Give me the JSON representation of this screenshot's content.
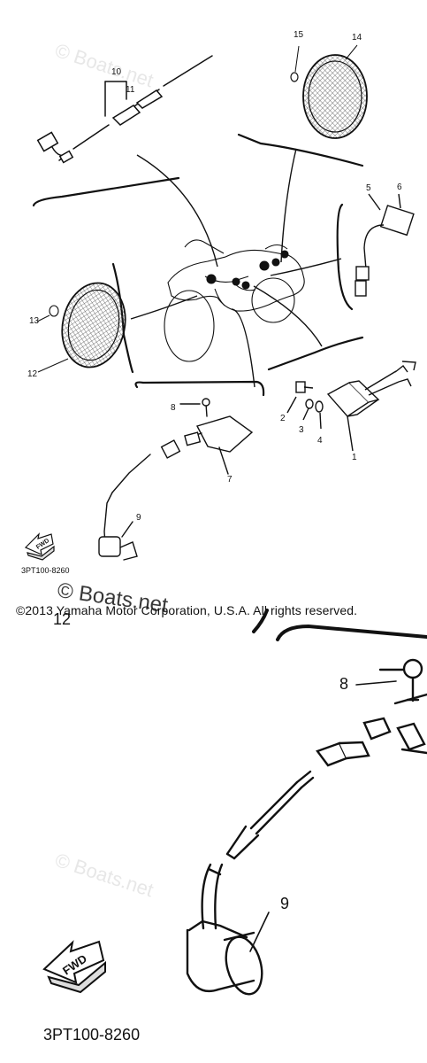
{
  "diagram": {
    "upper": {
      "callouts": {
        "c15": "15",
        "c14": "14",
        "c10": "10",
        "c11": "11",
        "c5": "5",
        "c6": "6",
        "c13": "13",
        "c12": "12",
        "c8": "8",
        "c2": "2",
        "c3": "3",
        "c4": "4",
        "c1": "1",
        "c7": "7",
        "c9": "9"
      },
      "fwd": "FWD",
      "part_code": "3PT100-8260"
    },
    "overlay": {
      "copyright": "©2013 Yamaha Motor Corporation, U.S.A. All rights reserved.",
      "watermark": "© Boats.net",
      "partial": "12"
    },
    "lower": {
      "callouts": {
        "c8": "8",
        "c9": "9"
      },
      "fwd": "FWD",
      "part_code": "3PT100-8260"
    }
  }
}
